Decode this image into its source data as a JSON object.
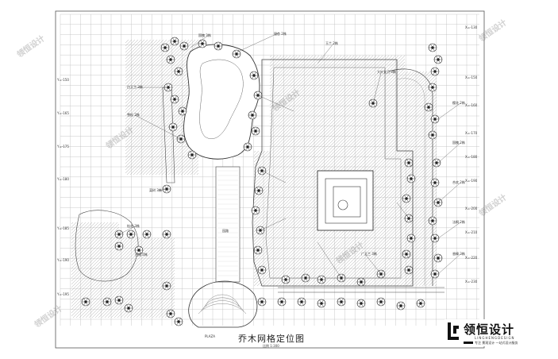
{
  "drawing": {
    "title": "乔木网格定位图",
    "scale_note": "比例 1:300",
    "x_axis_labels": [
      "X=-130",
      "X=-150",
      "X=-160",
      "X=-170",
      "X=-180",
      "X=-190",
      "X=-200",
      "X=-210",
      "X=-220",
      "X=-230"
    ],
    "y_axis_labels": [
      "Y=-150",
      "Y=-165",
      "Y=-175",
      "Y=-180",
      "Y=-185",
      "Y=-190",
      "Y=-195"
    ],
    "plant_labels": [
      "国槐 3株",
      "银杏 2株",
      "玉兰 2株",
      "大叶女贞 3株",
      "樱花 2株",
      "国槐 2株",
      "合欢 2株",
      "法桐 2株",
      "香樟 3株",
      "白玉兰 3株",
      "雪松 2株",
      "栾树 3株",
      "桂花 3株",
      "白蜡 2株",
      "广玉兰 3株"
    ],
    "path_label": "园路",
    "entry_label": "PLAZA"
  },
  "watermark": {
    "text": "领恒设计"
  },
  "logo": {
    "name": "领恒设计",
    "sub_en": "LINGHENGDESIGN",
    "sub_cn": "专注 景观设计 一站式设计服务"
  }
}
